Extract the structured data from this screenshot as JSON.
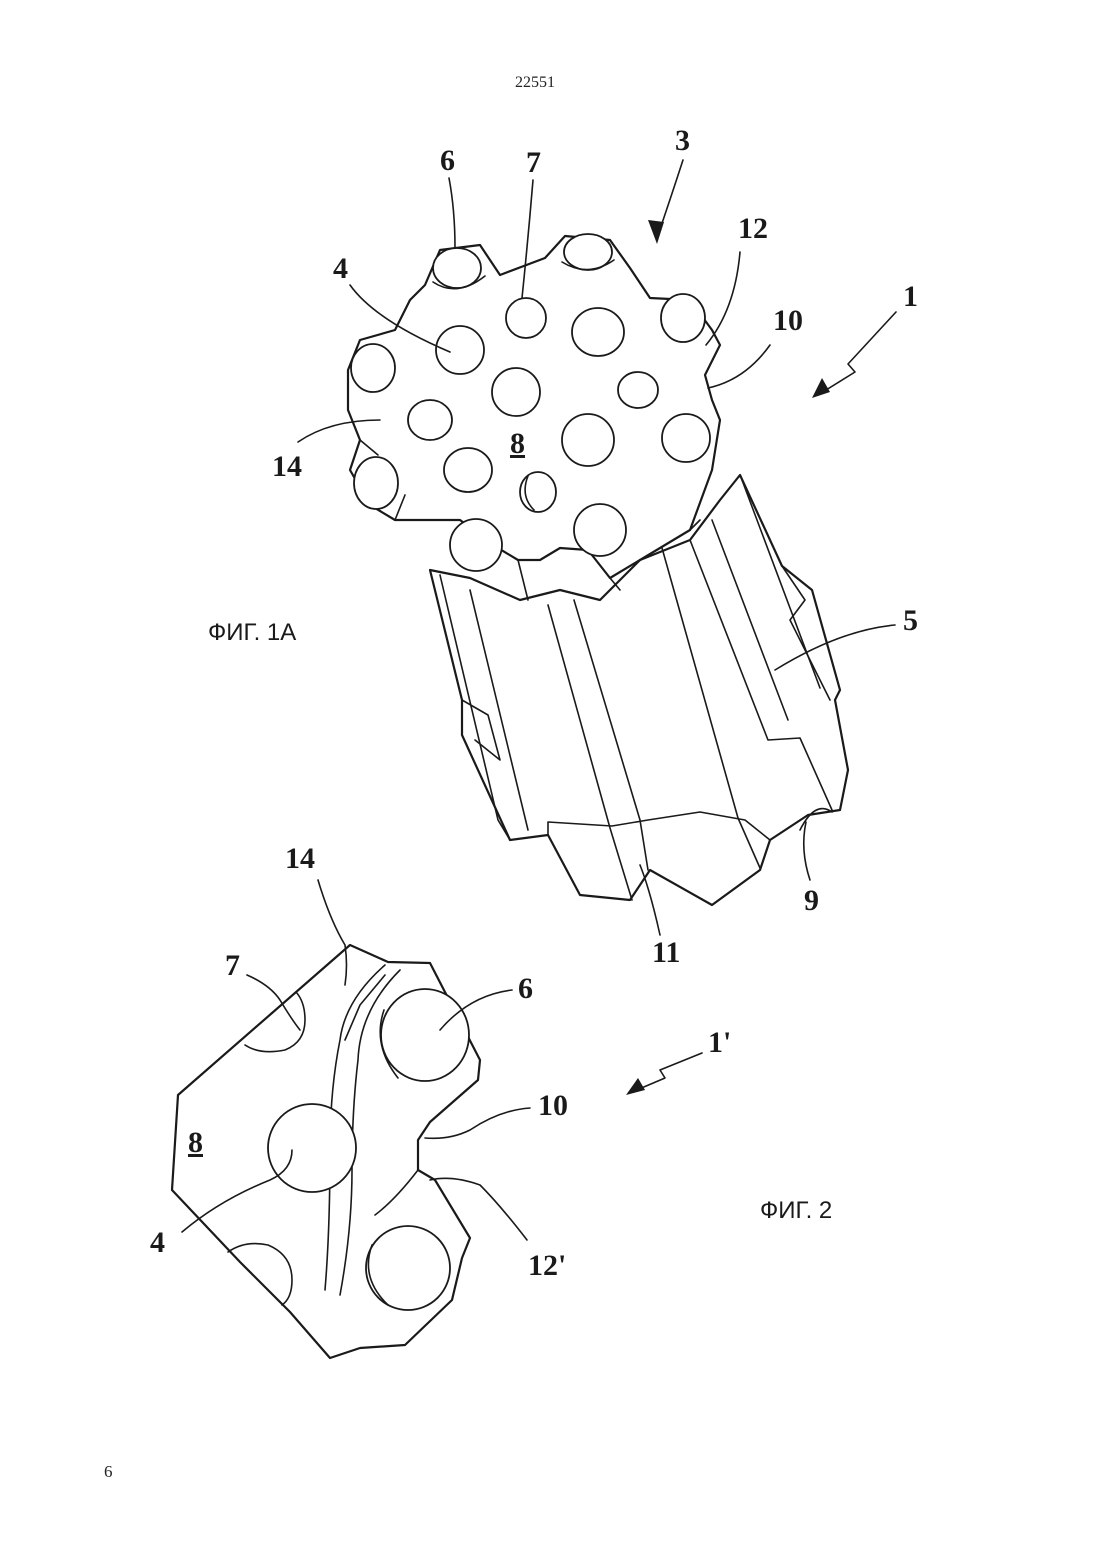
{
  "header": {
    "doc_number": "22551"
  },
  "footer": {
    "page_number": "6"
  },
  "figures": [
    {
      "caption": "ФИГ. 1А",
      "labels": [
        "6",
        "7",
        "3",
        "12",
        "1",
        "4",
        "10",
        "14",
        "8",
        "5",
        "9",
        "11"
      ]
    },
    {
      "caption": "ФИГ. 2",
      "labels": [
        "14",
        "7",
        "6",
        "1'",
        "10",
        "8",
        "4",
        "12'"
      ]
    }
  ]
}
